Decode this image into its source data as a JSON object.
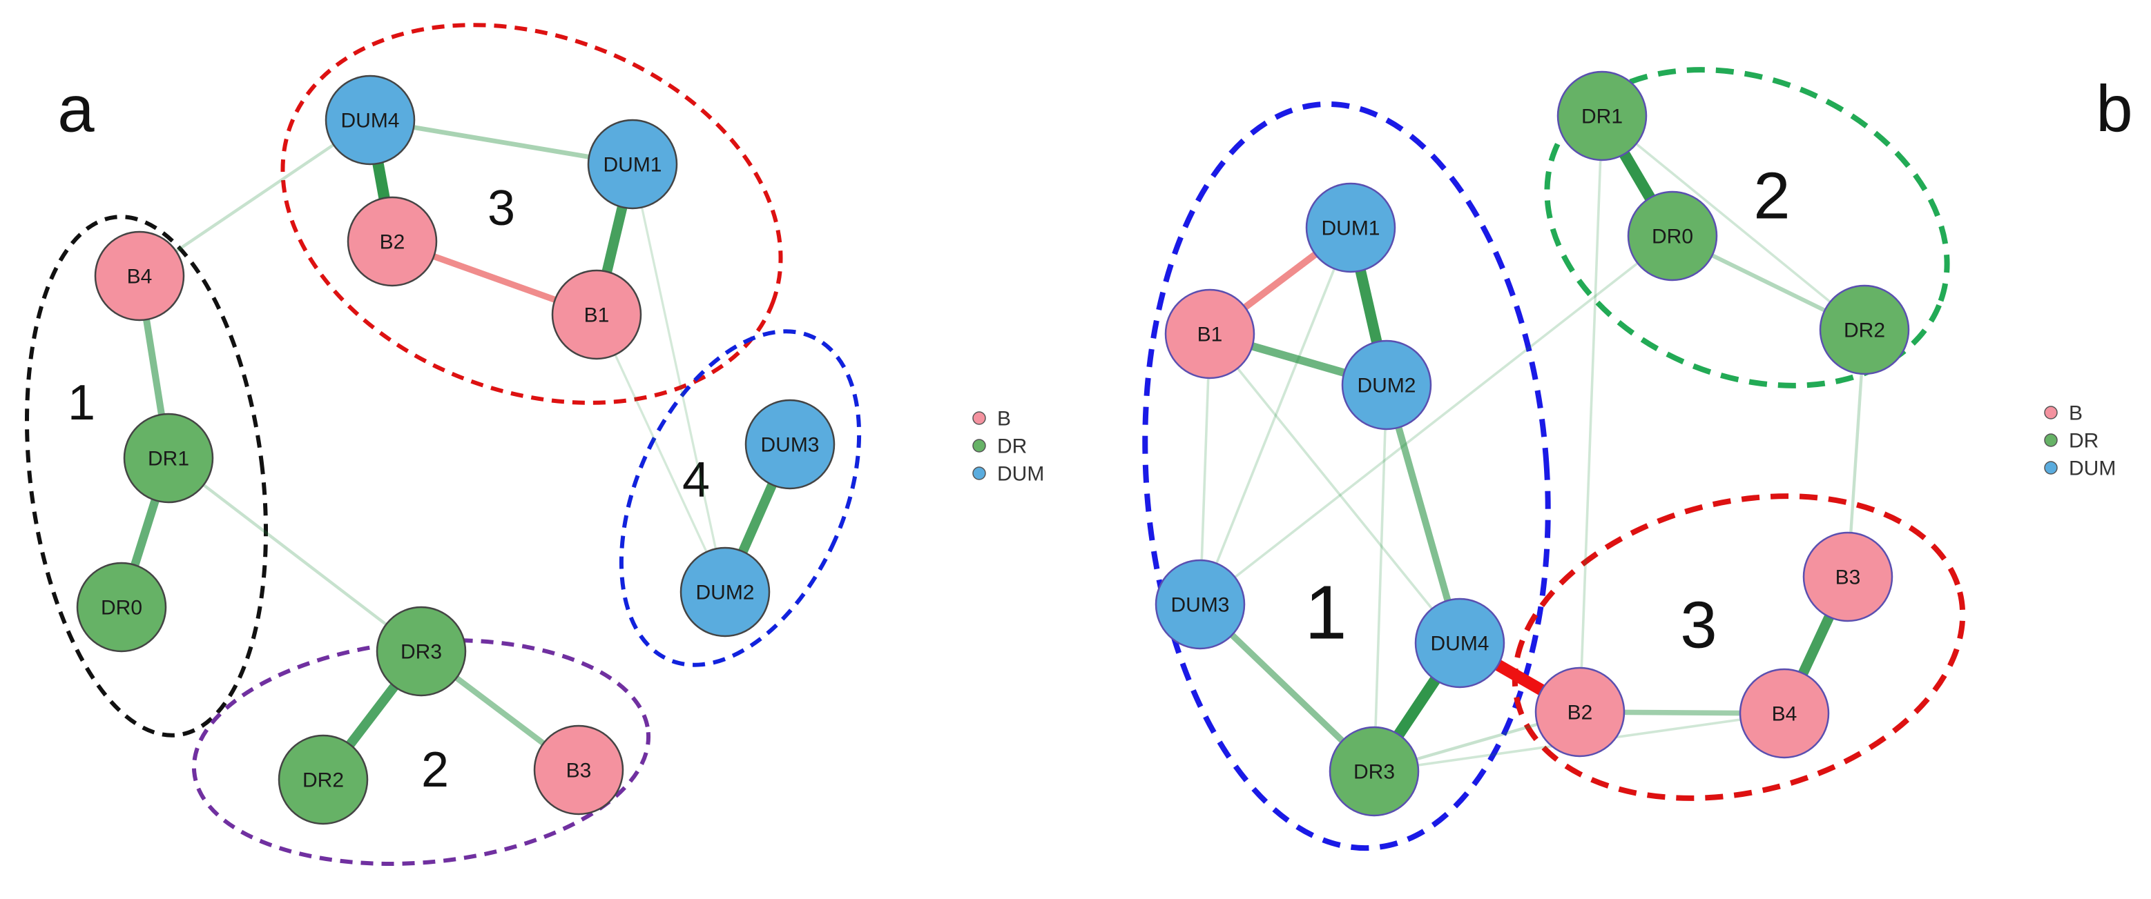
{
  "colors": {
    "B": "#f4929f",
    "DR": "#66b266",
    "DUM": "#5aacde",
    "edge_green": "#1e8c3a",
    "edge_pink": "#f08c8c",
    "edge_red": "#ee1111"
  },
  "legend": {
    "items": [
      {
        "key": "B",
        "label": "B"
      },
      {
        "key": "DR",
        "label": "DR"
      },
      {
        "key": "DUM",
        "label": "DUM"
      }
    ]
  },
  "panels": [
    {
      "id": "a",
      "letter": "a",
      "nodes": [
        {
          "id": "DUM4",
          "label": "DUM4",
          "group": "DUM"
        },
        {
          "id": "DUM1",
          "label": "DUM1",
          "group": "DUM"
        },
        {
          "id": "B2",
          "label": "B2",
          "group": "B"
        },
        {
          "id": "B1",
          "label": "B1",
          "group": "B"
        },
        {
          "id": "B4",
          "label": "B4",
          "group": "B"
        },
        {
          "id": "DR1",
          "label": "DR1",
          "group": "DR"
        },
        {
          "id": "DR0",
          "label": "DR0",
          "group": "DR"
        },
        {
          "id": "DUM3",
          "label": "DUM3",
          "group": "DUM"
        },
        {
          "id": "DUM2",
          "label": "DUM2",
          "group": "DUM"
        },
        {
          "id": "DR3",
          "label": "DR3",
          "group": "DR"
        },
        {
          "id": "DR2",
          "label": "DR2",
          "group": "DR"
        },
        {
          "id": "B3",
          "label": "B3",
          "group": "B"
        }
      ],
      "edges": [
        {
          "from": "DUM4",
          "to": "B2",
          "weight": 0.9,
          "kind": "positive"
        },
        {
          "from": "DUM4",
          "to": "DUM1",
          "weight": 0.3,
          "kind": "positive"
        },
        {
          "from": "DUM1",
          "to": "B1",
          "weight": 0.8,
          "kind": "positive"
        },
        {
          "from": "B2",
          "to": "B1",
          "weight": 0.45,
          "kind": "pink"
        },
        {
          "from": "B4",
          "to": "DUM4",
          "weight": 0.15,
          "kind": "positive"
        },
        {
          "from": "B4",
          "to": "DR1",
          "weight": 0.5,
          "kind": "positive"
        },
        {
          "from": "DR1",
          "to": "DR0",
          "weight": 0.65,
          "kind": "positive"
        },
        {
          "from": "DR1",
          "to": "DR3",
          "weight": 0.15,
          "kind": "positive"
        },
        {
          "from": "DUM1",
          "to": "DUM2",
          "weight": 0.08,
          "kind": "positive"
        },
        {
          "from": "B1",
          "to": "DUM2",
          "weight": 0.08,
          "kind": "positive"
        },
        {
          "from": "DUM3",
          "to": "DUM2",
          "weight": 0.75,
          "kind": "positive"
        },
        {
          "from": "DR3",
          "to": "DR2",
          "weight": 0.75,
          "kind": "positive"
        },
        {
          "from": "DR3",
          "to": "B3",
          "weight": 0.4,
          "kind": "positive"
        }
      ],
      "clusters": [
        {
          "label": "1",
          "color": "#111111"
        },
        {
          "label": "2",
          "color": "#7030a0"
        },
        {
          "label": "3",
          "color": "#dd1111"
        },
        {
          "label": "4",
          "color": "#1122dd"
        }
      ]
    },
    {
      "id": "b",
      "letter": "b",
      "nodes": [
        {
          "id": "DUM1",
          "label": "DUM1",
          "group": "DUM"
        },
        {
          "id": "B1",
          "label": "B1",
          "group": "B"
        },
        {
          "id": "DUM2",
          "label": "DUM2",
          "group": "DUM"
        },
        {
          "id": "DUM3",
          "label": "DUM3",
          "group": "DUM"
        },
        {
          "id": "DUM4",
          "label": "DUM4",
          "group": "DUM"
        },
        {
          "id": "DR3",
          "label": "DR3",
          "group": "DR"
        },
        {
          "id": "DR1",
          "label": "DR1",
          "group": "DR"
        },
        {
          "id": "DR0",
          "label": "DR0",
          "group": "DR"
        },
        {
          "id": "DR2",
          "label": "DR2",
          "group": "DR"
        },
        {
          "id": "B3",
          "label": "B3",
          "group": "B"
        },
        {
          "id": "B2",
          "label": "B2",
          "group": "B"
        },
        {
          "id": "B4",
          "label": "B4",
          "group": "B"
        }
      ],
      "edges": [
        {
          "from": "DUM1",
          "to": "B1",
          "weight": 0.5,
          "kind": "pink"
        },
        {
          "from": "DUM1",
          "to": "DUM2",
          "weight": 0.85,
          "kind": "positive"
        },
        {
          "from": "B1",
          "to": "DUM2",
          "weight": 0.6,
          "kind": "positive"
        },
        {
          "from": "DUM1",
          "to": "DUM3",
          "weight": 0.1,
          "kind": "positive"
        },
        {
          "from": "B1",
          "to": "DUM3",
          "weight": 0.1,
          "kind": "positive"
        },
        {
          "from": "B1",
          "to": "DUM4",
          "weight": 0.1,
          "kind": "positive"
        },
        {
          "from": "DUM2",
          "to": "DUM4",
          "weight": 0.5,
          "kind": "positive"
        },
        {
          "from": "DUM2",
          "to": "DR3",
          "weight": 0.1,
          "kind": "positive"
        },
        {
          "from": "DUM3",
          "to": "DR3",
          "weight": 0.45,
          "kind": "positive"
        },
        {
          "from": "DUM3",
          "to": "DR0",
          "weight": 0.1,
          "kind": "positive"
        },
        {
          "from": "DUM4",
          "to": "DR3",
          "weight": 0.9,
          "kind": "positive"
        },
        {
          "from": "DUM4",
          "to": "B2",
          "weight": 0.95,
          "kind": "negative"
        },
        {
          "from": "DR3",
          "to": "B2",
          "weight": 0.15,
          "kind": "positive"
        },
        {
          "from": "DR3",
          "to": "B4",
          "weight": 0.1,
          "kind": "positive"
        },
        {
          "from": "B2",
          "to": "B4",
          "weight": 0.35,
          "kind": "positive"
        },
        {
          "from": "B4",
          "to": "B3",
          "weight": 0.8,
          "kind": "positive"
        },
        {
          "from": "DR2",
          "to": "B3",
          "weight": 0.15,
          "kind": "positive"
        },
        {
          "from": "DR1",
          "to": "DR0",
          "weight": 0.9,
          "kind": "positive"
        },
        {
          "from": "DR1",
          "to": "DR2",
          "weight": 0.1,
          "kind": "positive"
        },
        {
          "from": "DR0",
          "to": "DR2",
          "weight": 0.25,
          "kind": "positive"
        },
        {
          "from": "DR1",
          "to": "B2",
          "weight": 0.1,
          "kind": "positive"
        }
      ],
      "clusters": [
        {
          "label": "1",
          "color": "#1a1ae6"
        },
        {
          "label": "2",
          "color": "#22aa55"
        },
        {
          "label": "3",
          "color": "#dd1111"
        }
      ]
    }
  ]
}
